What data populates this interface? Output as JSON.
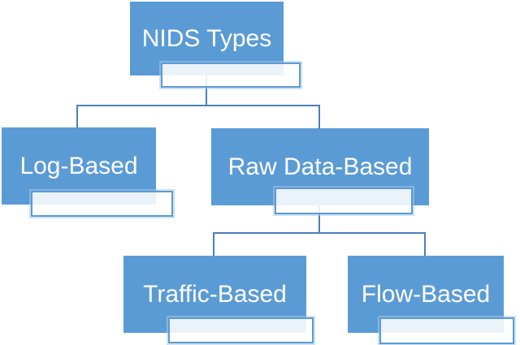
{
  "diagram": {
    "type": "hierarchy",
    "nodes": {
      "root": {
        "label": "NIDS Types"
      },
      "log": {
        "label": "Log-Based"
      },
      "raw": {
        "label": "Raw Data-Based"
      },
      "traffic": {
        "label": "Traffic-Based"
      },
      "flow": {
        "label": "Flow-Based"
      }
    },
    "edges": [
      {
        "from": "NIDS Types",
        "to": "Log-Based"
      },
      {
        "from": "NIDS Types",
        "to": "Raw Data-Based"
      },
      {
        "from": "Raw Data-Based",
        "to": "Traffic-Based"
      },
      {
        "from": "Raw Data-Based",
        "to": "Flow-Based"
      }
    ],
    "colors": {
      "node_fill": "#5b9bd5",
      "node_text": "#ffffff",
      "connector": "#4b80bb",
      "subshape_border": "#5b9bd5",
      "subshape_fill": "rgba(255,255,255,0.87)",
      "subshape_halo": "rgba(170,201,232,0.55)",
      "background": "#ffffff"
    }
  }
}
